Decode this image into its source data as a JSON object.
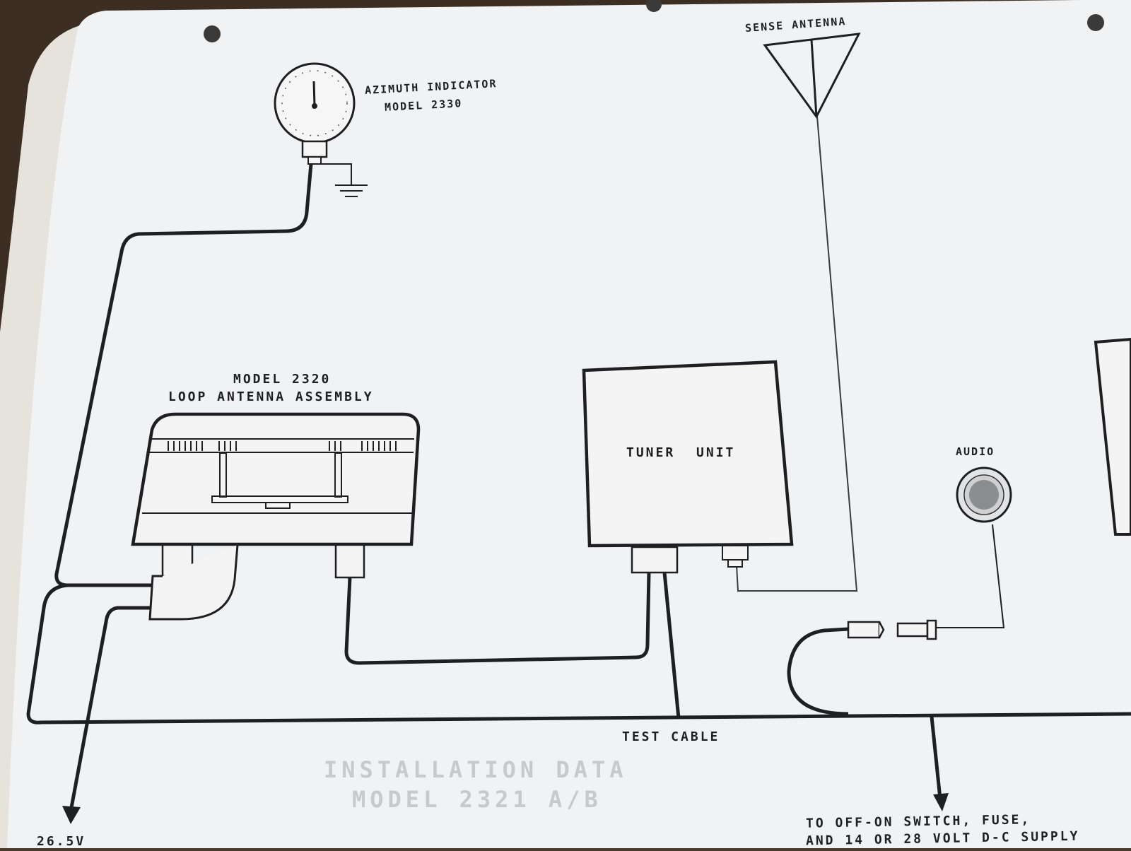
{
  "labels": {
    "sense_antenna": "SENSE ANTENNA",
    "azimuth_indicator": "AZIMUTH INDICATOR",
    "azimuth_model": "MODEL 2330",
    "loop_model": "MODEL 2320",
    "loop_assembly": "LOOP ANTENNA ASSEMBLY",
    "tuner_unit": "TUNER UNIT",
    "audio": "AUDIO",
    "test_cable": "TEST CABLE",
    "power_voltage": "26.5V",
    "to_switch": "TO OFF-ON SWITCH, FUSE,",
    "supply": "AND 14 OR 28 VOLT D-C SUPPLY"
  },
  "bleed_through": {
    "line1": "INSTALLATION DATA",
    "line2": "MODEL 2321 A/B"
  },
  "colors": {
    "paper": "#f1f2f4",
    "ink": "#1e1f22",
    "background": "#4a3a2c"
  }
}
